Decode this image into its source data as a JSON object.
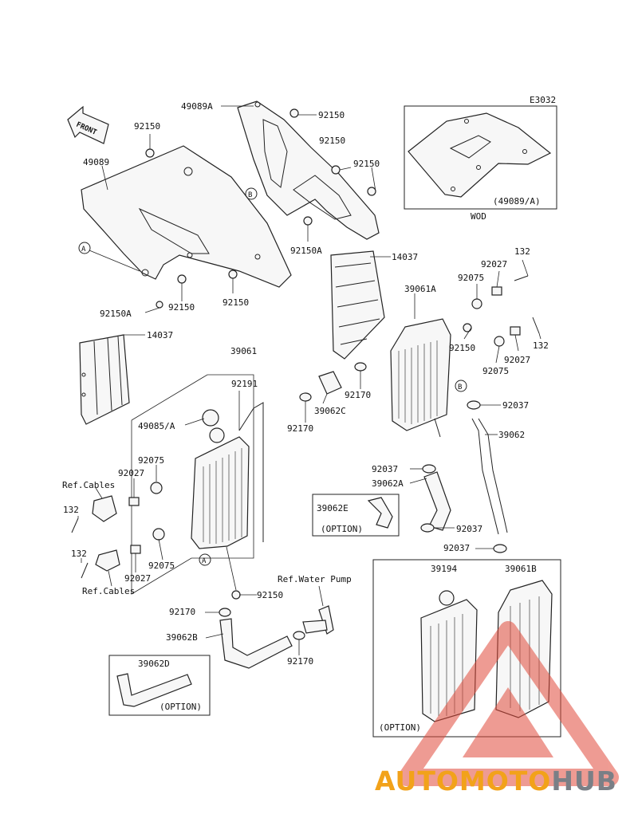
{
  "diagram_code": "E3032",
  "front_label": "FRONT",
  "inset_top": {
    "label": "(49089/A)",
    "caption": "WOD"
  },
  "option_label": "(OPTION)",
  "ref_cables": "Ref.Cables",
  "ref_water_pump": "Ref.Water Pump",
  "callouts": {
    "a": "A",
    "b": "B"
  },
  "parts": {
    "p49089A": "49089A",
    "p92150": "92150",
    "p49089": "49089",
    "p92150A": "92150A",
    "p14037": "14037",
    "p92027": "92027",
    "p132": "132",
    "p39061A": "39061A",
    "p92075": "92075",
    "p39061": "39061",
    "p92191": "92191",
    "p49085A": "49085/A",
    "p92170": "92170",
    "p39062C": "39062C",
    "p92037": "92037",
    "p39062": "39062",
    "p39062A": "39062A",
    "p39062E": "39062E",
    "p39062B": "39062B",
    "p39062D": "39062D",
    "p39194": "39194",
    "p39061B": "39061B"
  },
  "watermark": {
    "part1": "AUTOMOTO",
    "part2": "HUB",
    "color1": "#f2a21a",
    "color2": "#7a7f86"
  }
}
